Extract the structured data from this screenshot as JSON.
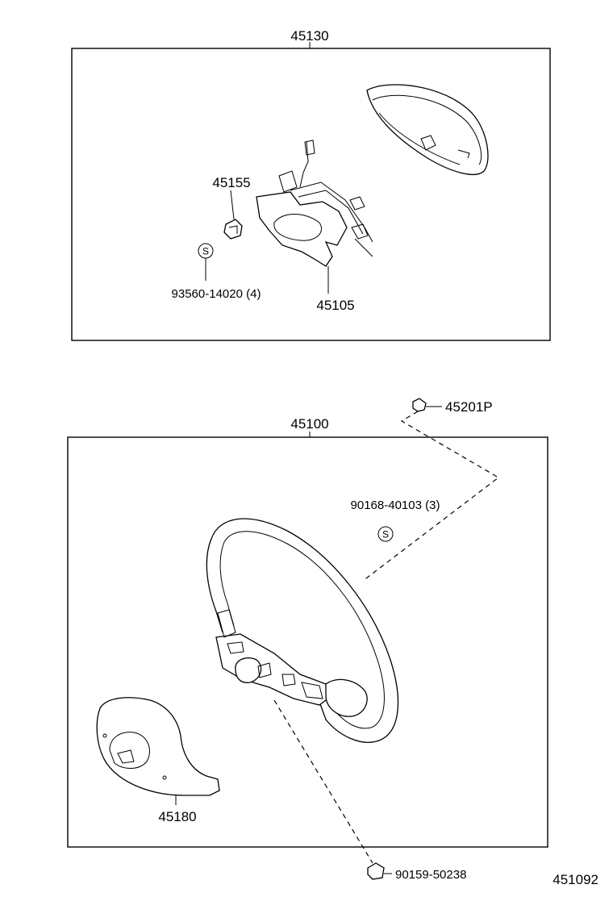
{
  "diagram_number": "451092",
  "assemblies": [
    {
      "part_number": "45130",
      "parts": [
        {
          "part_number": "45155"
        },
        {
          "part_number": "45105"
        },
        {
          "part_number": "93560-14020 (4)",
          "symbol": "S"
        }
      ]
    },
    {
      "part_number": "45100",
      "parts": [
        {
          "part_number": "90168-40103 (3)",
          "symbol": "S"
        },
        {
          "part_number": "45180"
        }
      ]
    }
  ],
  "external_parts": [
    {
      "part_number": "45201P"
    },
    {
      "part_number": "90159-50238"
    }
  ]
}
